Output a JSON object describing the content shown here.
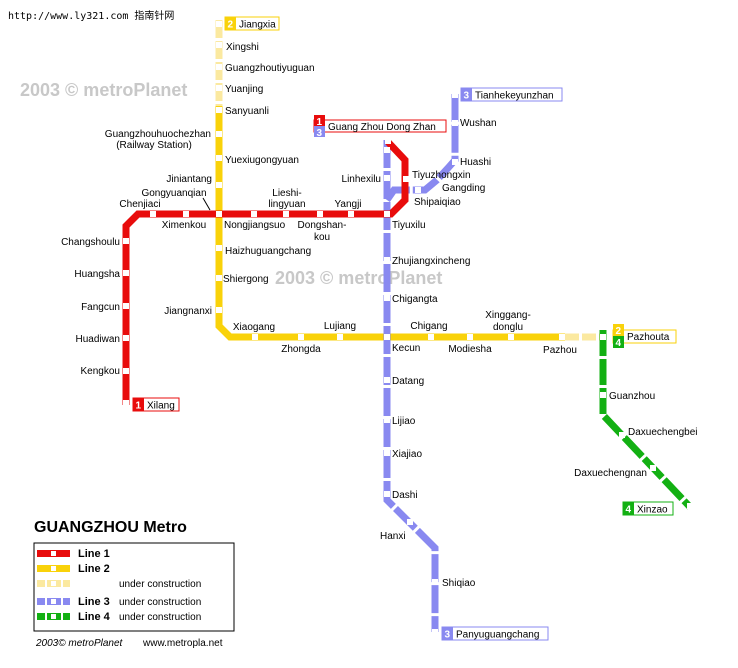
{
  "header": {
    "url": "http://www.ly321.com 指南针网"
  },
  "watermark": "2003 © metroPlanet",
  "colors": {
    "line1": "#e80c0c",
    "line2": "#f9d20a",
    "line2_construction": "#fbe9a0",
    "line3": "#8989f0",
    "line4": "#13b013"
  },
  "line1": {
    "number": "1",
    "termini": [
      "Xilang",
      "Guang Zhou Dong Zhan"
    ],
    "stations": [
      "Changshoulu",
      "Huangsha",
      "Fangcun",
      "Huadiwan",
      "Kengkou",
      "Chenjiaci",
      "Ximenkou",
      "Gongyuanqian",
      "Nongjiangsuo",
      "Lieshi-",
      "lingyuan",
      "Dongshan-",
      "kou",
      "Yangji",
      "Tiyuxilu",
      "Shipaiqiao",
      "Tiyuzhongxin"
    ]
  },
  "line2": {
    "number": "2",
    "termini": [
      "Jiangxia",
      "Pazhouta"
    ],
    "stations": [
      "Xingshi",
      "Guangzhoutiyuguan",
      "Yuanjing",
      "Sanyuanli",
      "Guangzhouhuochezhan",
      "(Railway Station)",
      "Yuexiugongyuan",
      "Jiniantang",
      "Haizhuguangchang",
      "Shiergong",
      "Jiangnanxi",
      "Xiaogang",
      "Zhongda",
      "Lujiang",
      "Kecun",
      "Chigang",
      "Modiesha",
      "Xinggang-",
      "donglu",
      "Pazhou"
    ]
  },
  "line3": {
    "number": "3",
    "termini": [
      "Tianhekeyunzhan",
      "Panyuguangchang"
    ],
    "stations": [
      "Wushan",
      "Huashi",
      "Gangding",
      "Linhexilu",
      "Zhujiangxincheng",
      "Chigangta",
      "Datang",
      "Lijiao",
      "Xiajiao",
      "Dashi",
      "Hanxi",
      "Shiqiao"
    ]
  },
  "line4": {
    "number": "4",
    "termini": [
      "Xinzao"
    ],
    "stations": [
      "Guanzhou",
      "Daxuechengbei",
      "Daxuechengnan"
    ]
  },
  "legend": {
    "title": "GUANGZHOU Metro",
    "items": [
      {
        "label": "Line 1",
        "note": ""
      },
      {
        "label": "Line 2",
        "note": ""
      },
      {
        "label": "",
        "note": "under construction"
      },
      {
        "label": "Line 3",
        "note": "under construction"
      },
      {
        "label": "Line 4",
        "note": "under construction"
      }
    ]
  },
  "footer": {
    "copyright": "2003© metroPlanet",
    "website": "www.metropla.net"
  }
}
